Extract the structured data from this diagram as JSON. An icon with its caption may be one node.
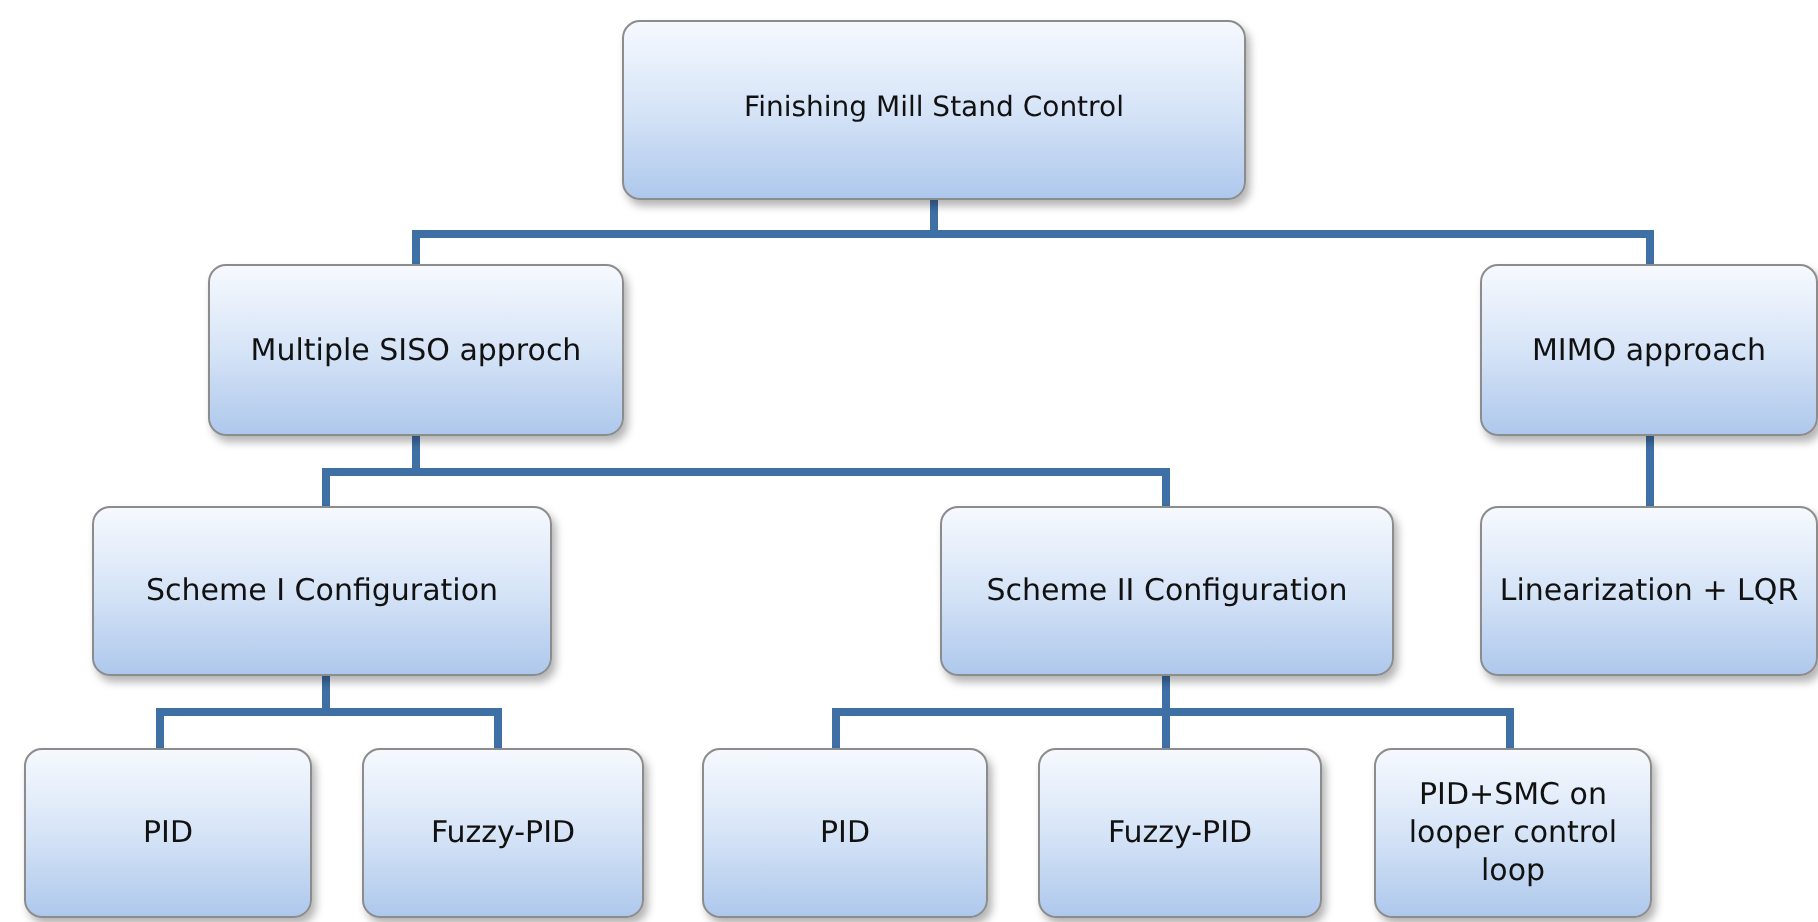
{
  "diagram": {
    "nodes": [
      {
        "text": [
          "Finishing Mill Stand Control"
        ]
      },
      {
        "text": [
          "Multiple SISO approch"
        ]
      },
      {
        "text": [
          "MIMO approach"
        ]
      },
      {
        "text": [
          "Scheme I Configuration"
        ]
      },
      {
        "text": [
          "Scheme II Configuration"
        ]
      },
      {
        "text": [
          "Linearization + LQR"
        ]
      },
      {
        "text": [
          "PID"
        ]
      },
      {
        "text": [
          "Fuzzy-PID"
        ]
      },
      {
        "text": [
          "PID"
        ]
      },
      {
        "text": [
          "Fuzzy-PID"
        ]
      },
      {
        "text": [
          "PID+SMC on looper control loop"
        ]
      }
    ],
    "edges": [
      {
        "from": 0,
        "to": 1,
        "arrow": "none"
      },
      {
        "from": 0,
        "to": 2,
        "arrow": "none"
      },
      {
        "from": 1,
        "to": 3,
        "arrow": "none"
      },
      {
        "from": 1,
        "to": 4,
        "arrow": "none"
      },
      {
        "from": 2,
        "to": 5,
        "arrow": "none"
      },
      {
        "from": 3,
        "to": 6,
        "arrow": "none"
      },
      {
        "from": 3,
        "to": 7,
        "arrow": "none"
      },
      {
        "from": 4,
        "to": 8,
        "arrow": "none"
      },
      {
        "from": 4,
        "to": 9,
        "arrow": "none"
      },
      {
        "from": 4,
        "to": 10,
        "arrow": "none"
      }
    ]
  }
}
